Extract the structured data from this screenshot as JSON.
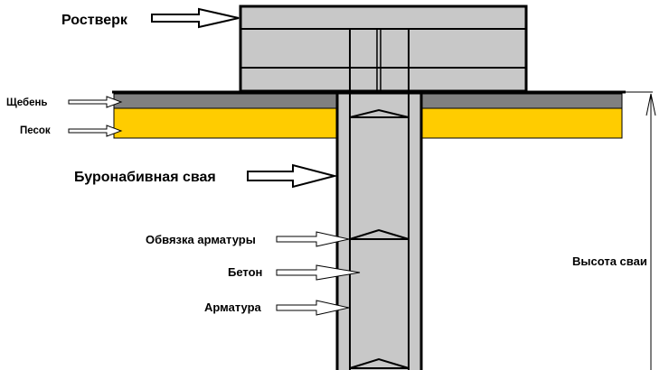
{
  "labels": {
    "rostverk": "Ростверк",
    "shcheben": "Щебень",
    "pesok": "Песок",
    "burovaya_svaya": "Буронабивная свая",
    "obvyazka": "Обвязка арматуры",
    "beton": "Бетон",
    "armatura": "Арматура",
    "vysota_svai": "Высота сваи"
  },
  "colors": {
    "concrete": "#c8c8c8",
    "sand": "#ffcc00",
    "gravel": "#808080",
    "outline": "#000000"
  }
}
